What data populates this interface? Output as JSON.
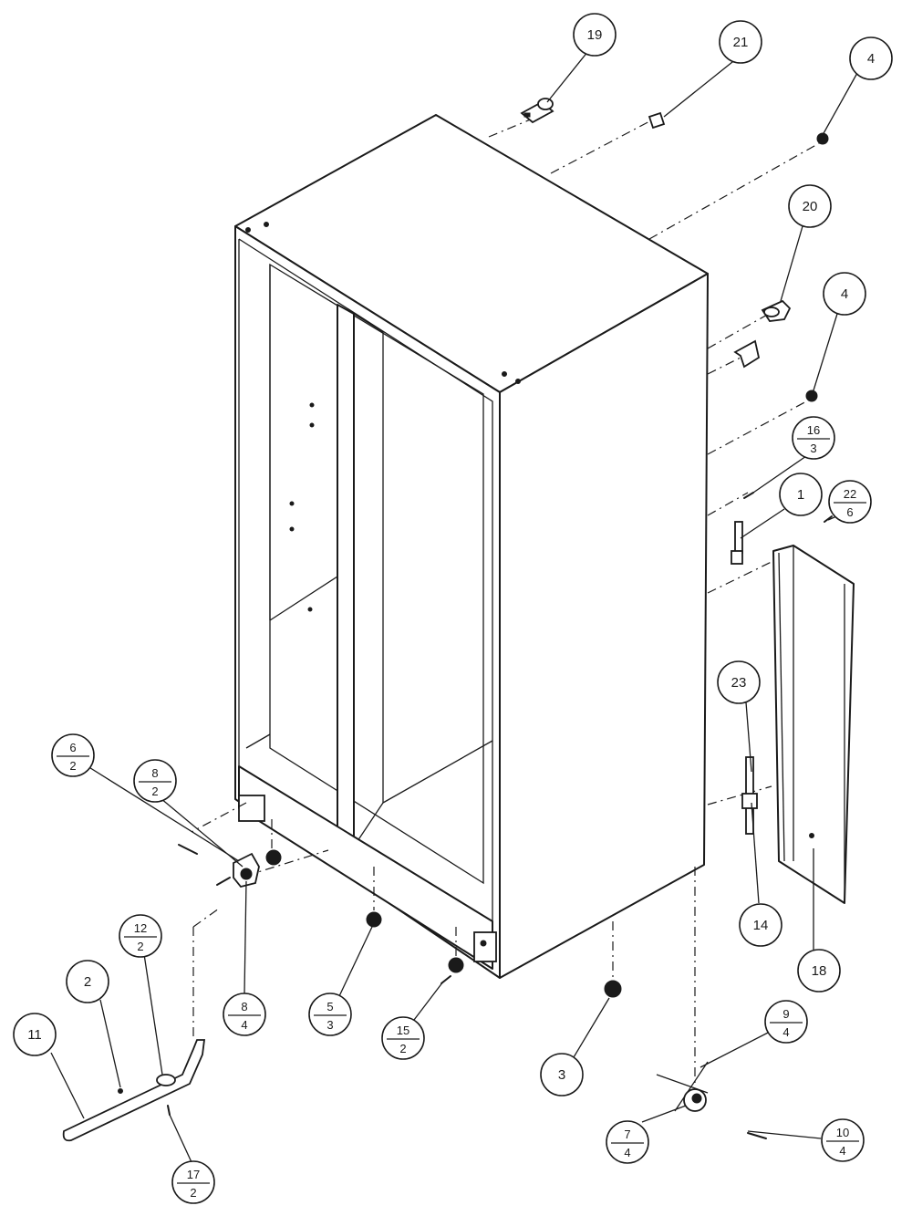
{
  "callouts": [
    {
      "id": "c19",
      "type": "single",
      "text": "19"
    },
    {
      "id": "c21",
      "type": "single",
      "text": "21"
    },
    {
      "id": "c4a",
      "type": "single",
      "text": "4"
    },
    {
      "id": "c20",
      "type": "single",
      "text": "20"
    },
    {
      "id": "c4b",
      "type": "single",
      "text": "4"
    },
    {
      "id": "c16",
      "type": "fraction",
      "num": "16",
      "den": "3"
    },
    {
      "id": "c1",
      "type": "single",
      "text": "1"
    },
    {
      "id": "c22",
      "type": "fraction",
      "num": "22",
      "den": "6"
    },
    {
      "id": "c23",
      "type": "single",
      "text": "23"
    },
    {
      "id": "c14",
      "type": "single",
      "text": "14"
    },
    {
      "id": "c18",
      "type": "single",
      "text": "18"
    },
    {
      "id": "c6",
      "type": "fraction",
      "num": "6",
      "den": "2"
    },
    {
      "id": "c8",
      "type": "fraction",
      "num": "8",
      "den": "2"
    },
    {
      "id": "c8b",
      "type": "fraction",
      "num": "8",
      "den": "4"
    },
    {
      "id": "c5",
      "type": "fraction",
      "num": "5",
      "den": "3"
    },
    {
      "id": "c15",
      "type": "fraction",
      "num": "15",
      "den": "2"
    },
    {
      "id": "c3",
      "type": "single",
      "text": "3"
    },
    {
      "id": "c9",
      "type": "fraction",
      "num": "9",
      "den": "4"
    },
    {
      "id": "c10",
      "type": "fraction",
      "num": "10",
      "den": "4"
    },
    {
      "id": "c7",
      "type": "fraction",
      "num": "7",
      "den": "4"
    },
    {
      "id": "c11",
      "type": "single",
      "text": "11"
    },
    {
      "id": "c2",
      "type": "single",
      "text": "2"
    },
    {
      "id": "c12",
      "type": "fraction",
      "num": "12",
      "den": "2"
    },
    {
      "id": "c17",
      "type": "fraction",
      "num": "17",
      "den": "2"
    }
  ]
}
